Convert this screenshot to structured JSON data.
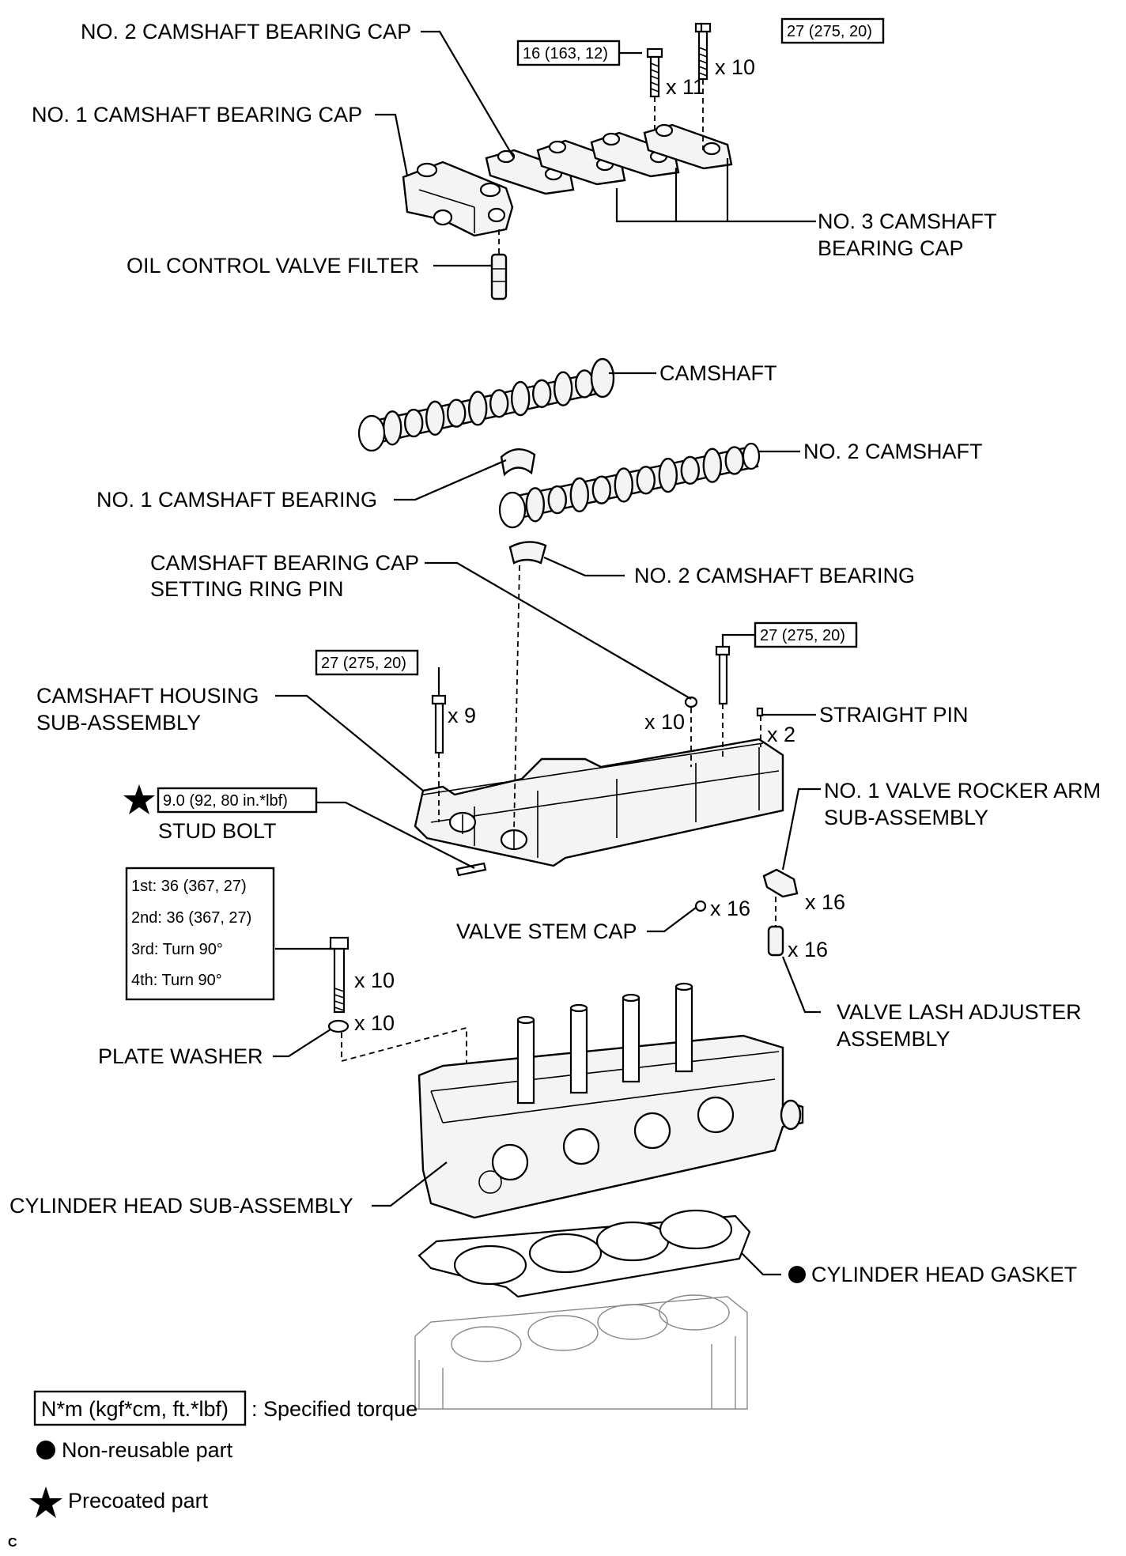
{
  "labels": {
    "no2_cap": "NO. 2 CAMSHAFT BEARING CAP",
    "no1_cap": "NO. 1 CAMSHAFT BEARING CAP",
    "no3_cap_1": "NO. 3 CAMSHAFT",
    "no3_cap_2": "BEARING CAP",
    "ocv_filter": "OIL CONTROL VALVE FILTER",
    "camshaft": "CAMSHAFT",
    "no2_camshaft": "NO. 2 CAMSHAFT",
    "no1_bearing": "NO. 1 CAMSHAFT BEARING",
    "ring_pin_1": "CAMSHAFT BEARING CAP",
    "ring_pin_2": "SETTING RING PIN",
    "no2_bearing": "NO. 2 CAMSHAFT BEARING",
    "housing_1": "CAMSHAFT HOUSING",
    "housing_2": "SUB-ASSEMBLY",
    "straight_pin": "STRAIGHT PIN",
    "stud_bolt": "STUD BOLT",
    "rocker_1": "NO. 1 VALVE ROCKER ARM",
    "rocker_2": "SUB-ASSEMBLY",
    "valve_stem_cap": "VALVE STEM CAP",
    "lash_1": "VALVE LASH ADJUSTER",
    "lash_2": "ASSEMBLY",
    "plate_washer": "PLATE WASHER",
    "cyl_head": "CYLINDER HEAD SUB-ASSEMBLY",
    "gasket": "CYLINDER HEAD GASKET"
  },
  "quantities": {
    "x11": "x 11",
    "x10_top": "x 10",
    "x9": "x 9",
    "x10_pin": "x 10",
    "x2": "x 2",
    "x16_rocker": "x 16",
    "x16_cap": "x 16",
    "x16_lash": "x 16",
    "x10_headbolt": "x 10",
    "x10_washer": "x 10"
  },
  "torque": {
    "cap_small": "16 (163, 12)",
    "cap_large": "27 (275, 20)",
    "housing_left": "27 (275, 20)",
    "housing_right": "27 (275, 20)",
    "stud_bolt": "9.0 (92, 80 in.*lbf)",
    "head_bolt_steps": [
      "1st: 36 (367, 27)",
      "2nd: 36 (367, 27)",
      "3rd: Turn 90°",
      "4th: Turn 90°"
    ]
  },
  "legend": {
    "torque_unit": "N*m (kgf*cm, ft.*lbf)",
    "torque_desc": ": Specified torque",
    "non_reusable": "Non-reusable part",
    "precoated": "Precoated part"
  },
  "corner_mark": "C"
}
